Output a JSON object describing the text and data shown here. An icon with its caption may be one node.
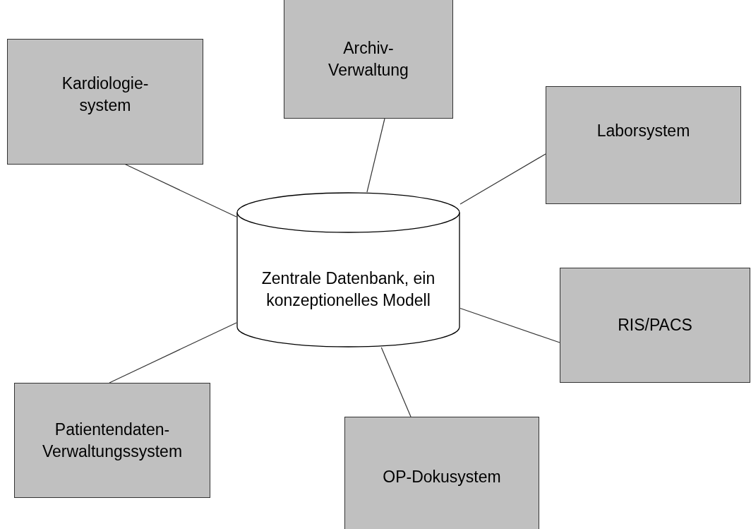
{
  "diagram": {
    "nodes": [
      {
        "text": [
          "Archiv- Verwaltung"
        ]
      },
      {
        "text": [
          "Kardiologie- system"
        ]
      },
      {
        "text": [
          "Laborsystem"
        ]
      },
      {
        "text": [
          "Zentrale Datenbank, ein konzeptionelles Modell"
        ]
      },
      {
        "text": [
          "RIS/PACS"
        ]
      },
      {
        "text": [
          "Patientendaten- Verwaltungssystem"
        ]
      },
      {
        "text": [
          "OP-Dokusystem"
        ]
      }
    ],
    "edges": [
      {
        "from": 3,
        "to": 0,
        "arrow": "none"
      },
      {
        "from": 3,
        "to": 1,
        "arrow": "none"
      },
      {
        "from": 3,
        "to": 2,
        "arrow": "none"
      },
      {
        "from": 3,
        "to": 4,
        "arrow": "none"
      },
      {
        "from": 3,
        "to": 5,
        "arrow": "none"
      },
      {
        "from": 3,
        "to": 6,
        "arrow": "none"
      }
    ]
  }
}
